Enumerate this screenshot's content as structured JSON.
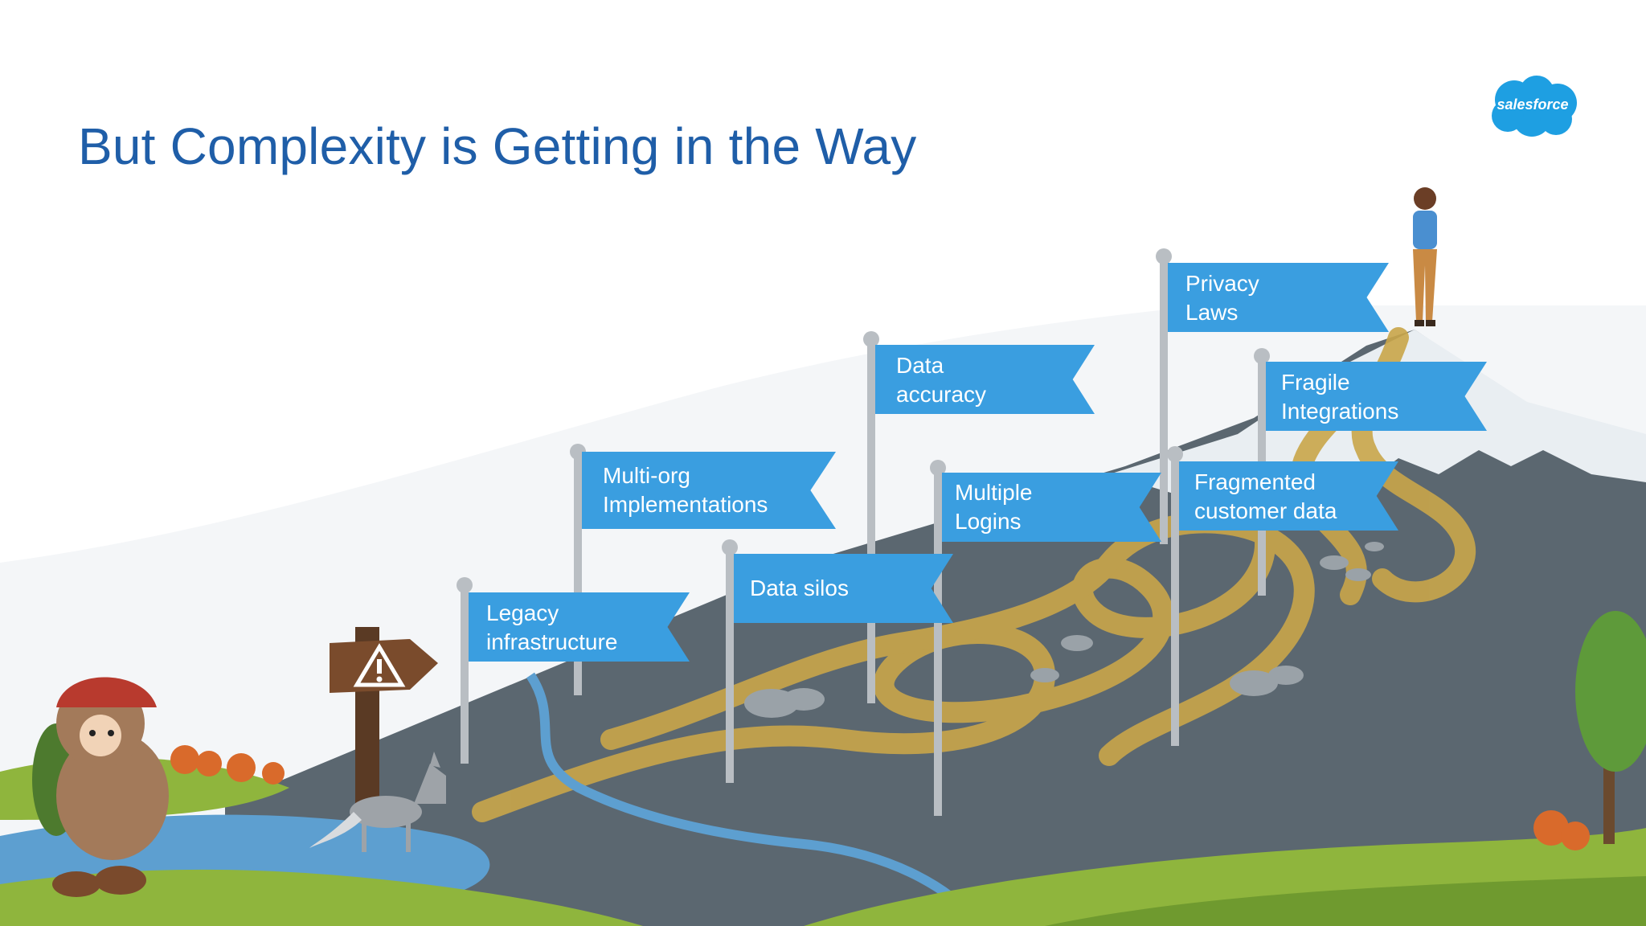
{
  "slide": {
    "title": "But Complexity is Getting in the Way",
    "logo_text": "salesforce"
  },
  "flags": [
    {
      "id": "legacy",
      "lines": [
        "Legacy",
        "infrastructure"
      ]
    },
    {
      "id": "multi-org",
      "lines": [
        "Multi-org",
        "Implementations"
      ]
    },
    {
      "id": "data-silos",
      "lines": [
        "Data silos"
      ]
    },
    {
      "id": "data-accuracy",
      "lines": [
        "Data",
        "accuracy"
      ]
    },
    {
      "id": "multiple-logins",
      "lines": [
        "Multiple",
        "Logins"
      ]
    },
    {
      "id": "privacy-laws",
      "lines": [
        "Privacy",
        "Laws"
      ]
    },
    {
      "id": "fragile-integrations",
      "lines": [
        "Fragile",
        "Integrations"
      ]
    },
    {
      "id": "fragmented-data",
      "lines": [
        "Fragmented",
        "customer data"
      ]
    }
  ],
  "icons": {
    "warning_sign": "warning-icon"
  },
  "colors": {
    "title": "#1f5ea8",
    "flag": "#3a9ee0",
    "logo": "#1e9fe2",
    "mountain": "#5b6770",
    "path": "#c9a64a",
    "grass": "#8fb53d",
    "water": "#5d9fd0"
  }
}
